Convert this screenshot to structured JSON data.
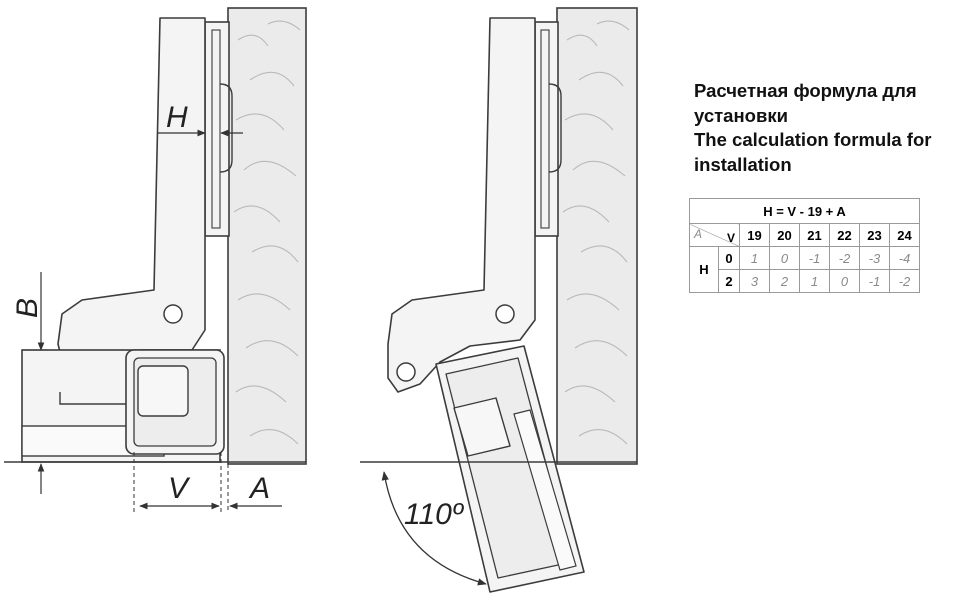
{
  "heading": {
    "ru": [
      "Расчетная формула для",
      "установки"
    ],
    "en": [
      "The calculation formula for",
      "installation"
    ]
  },
  "table": {
    "formula": "H = V - 19 + A",
    "corner_a": "A",
    "corner_v": "V",
    "v_values": [
      "19",
      "20",
      "21",
      "22",
      "23",
      "24"
    ],
    "h_label": "H",
    "rows": [
      {
        "a": "0",
        "values": [
          "1",
          "0",
          "-1",
          "-2",
          "-3",
          "-4"
        ]
      },
      {
        "a": "2",
        "values": [
          "3",
          "2",
          "1",
          "0",
          "-1",
          "-2"
        ]
      }
    ]
  },
  "labels": {
    "h": "H",
    "b": "B",
    "v": "V",
    "a": "A",
    "angle": "110º"
  },
  "colors": {
    "line": "#3c3c3c",
    "fill": "#f4f4f4",
    "wall": "#e6e6e6"
  }
}
